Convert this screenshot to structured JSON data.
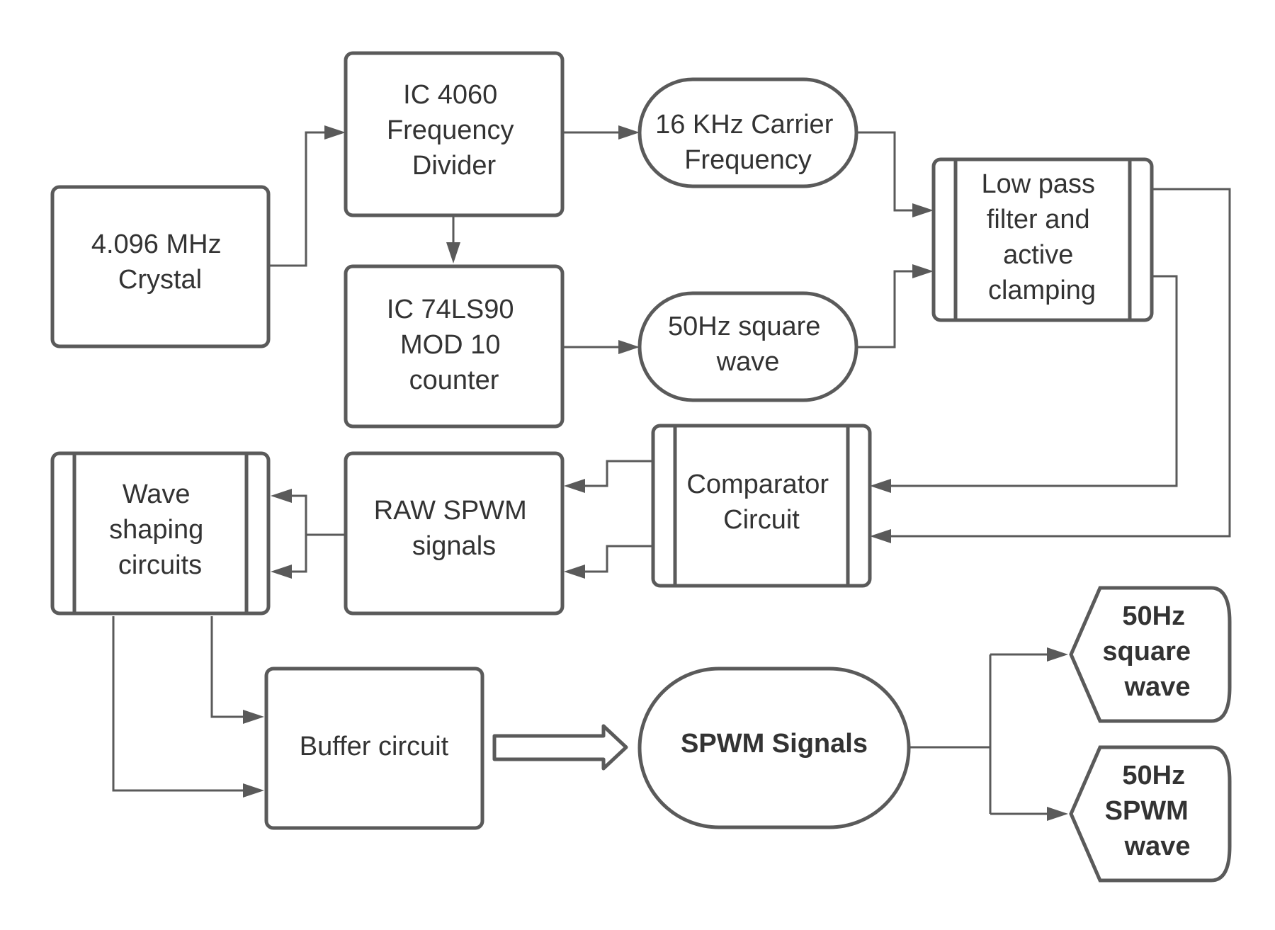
{
  "nodes": {
    "crystal": [
      "4.096 MHz",
      "Crystal"
    ],
    "divider": [
      "IC 4060",
      "Frequency",
      "Divider"
    ],
    "carrier": [
      "16 KHz Carrier",
      "Frequency"
    ],
    "counter": [
      "IC 74LS90",
      "MOD 10",
      "counter"
    ],
    "square_in": [
      "50Hz square",
      "wave"
    ],
    "lowpass": [
      "Low pass",
      "filter and",
      "active",
      "clamping"
    ],
    "comparator": [
      "Comparator",
      "Circuit"
    ],
    "raw_spwm": [
      "RAW SPWM",
      "signals"
    ],
    "wave_shaping": [
      "Wave",
      "shaping",
      "circuits"
    ],
    "buffer": [
      "Buffer circuit"
    ],
    "spwm_signals": [
      "SPWM Signals"
    ],
    "out_square": [
      "50Hz",
      "square",
      "wave"
    ],
    "out_spwm": [
      "50Hz",
      "SPWM",
      "wave"
    ]
  }
}
